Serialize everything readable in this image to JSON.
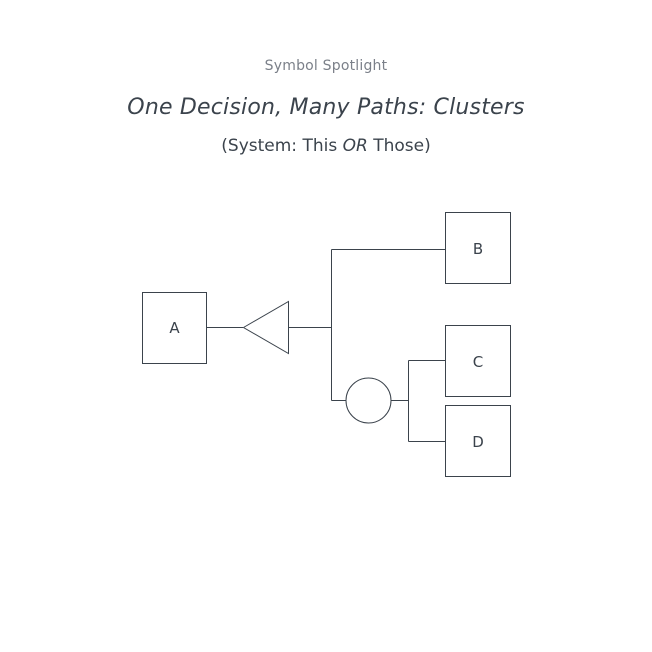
{
  "header": {
    "eyebrow": "Symbol Spotlight",
    "title": "One Decision, Many Paths: Clusters",
    "subtitle_pre": "(System: This ",
    "subtitle_em": "OR",
    "subtitle_post": " Those)"
  },
  "diagram": {
    "nodes": [
      {
        "id": "A",
        "label": "A"
      },
      {
        "id": "B",
        "label": "B"
      },
      {
        "id": "C",
        "label": "C"
      },
      {
        "id": "D",
        "label": "D"
      }
    ],
    "symbols": [
      {
        "id": "decision",
        "shape": "triangle-left"
      },
      {
        "id": "cluster",
        "shape": "circle"
      }
    ],
    "colors": {
      "stroke": "#3b434c",
      "text": "#3b434c",
      "muted": "#7b8089"
    }
  }
}
